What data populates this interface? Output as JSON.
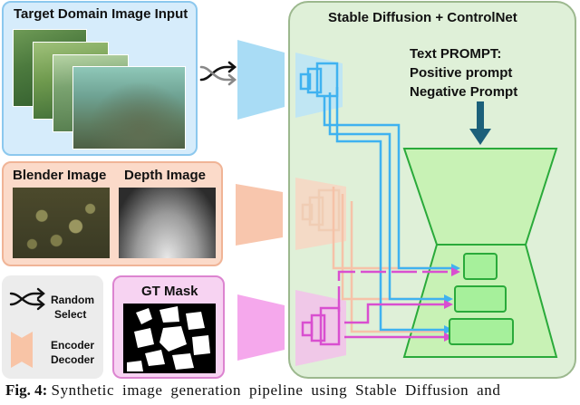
{
  "panels": {
    "target_domain": {
      "title": "Target Domain Image Input"
    },
    "blender": {
      "title": "Blender Image"
    },
    "depth": {
      "title": "Depth Image"
    },
    "gt_mask": {
      "title": "GT Mask"
    },
    "stable_diffusion": {
      "title": "Stable Diffusion + ControlNet"
    }
  },
  "prompt": {
    "line1": "Text PROMPT:",
    "line2": "Positive prompt",
    "line3": "Negative Prompt"
  },
  "legend": {
    "random_line1": "Random",
    "random_line2": "Select",
    "encoder_line1": "Encoder",
    "encoder_line2": "Decoder"
  },
  "caption": {
    "label": "Fig. 4:",
    "text": "Synthetic image generation pipeline using Stable Diffusion and"
  },
  "colors": {
    "blue_panel": "#d6ecfb",
    "blue_border": "#8cc8ee",
    "orange_panel": "#fbdac9",
    "orange_border": "#f0b496",
    "pink_panel": "#f7d3f2",
    "pink_border": "#dc84d0",
    "gray_panel": "#ececec",
    "green_panel": "#dff0d8",
    "green_border": "#9cb88e",
    "blue_arrow": "#3fb2f0",
    "pink_arrow": "#d94fd0",
    "orange_arrow": "#f6c2a8",
    "prompt_arrow": "#1c607a",
    "unet_fill": "#c8f2b5",
    "unet_stroke": "#2aaa3a",
    "block_fill": "#a6f09b"
  },
  "icons": [
    "shuffle-icon",
    "encoder-decoder-icon",
    "down-arrow-icon"
  ]
}
